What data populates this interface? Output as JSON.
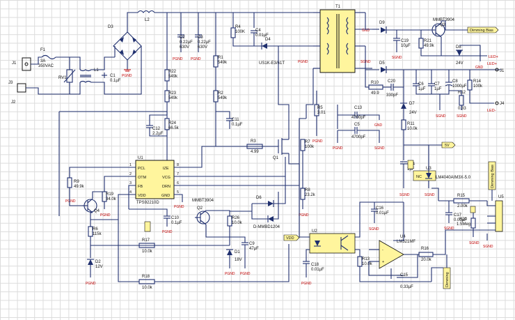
{
  "inputs": {
    "j1": "J1",
    "j3": "J3",
    "j2": "J2"
  },
  "fuse": {
    "ref": "F1",
    "value": "3A",
    "rating": "350VAC"
  },
  "rv1": "RV1",
  "l1": "L1",
  "c1": {
    "ref": "C1",
    "value": "0.1µF"
  },
  "d3": "D3",
  "l2": "L2",
  "c2": {
    "ref": "C2",
    "value": "0.22µF",
    "rating": "630V"
  },
  "c3": {
    "ref": "C3",
    "value": "0.22µF",
    "rating": "630V"
  },
  "r4": {
    "ref": "R4",
    "value": "100K"
  },
  "c4": {
    "ref": "C4",
    "value": "0.01µF"
  },
  "d4": {
    "ref": "D4",
    "part": "US1K-E3/61T"
  },
  "t1": "T1",
  "r1": {
    "ref": "R1",
    "value": "549k"
  },
  "r2": {
    "ref": "R2",
    "value": "549k"
  },
  "r22": {
    "ref": "R22",
    "value": "549k"
  },
  "r23": {
    "ref": "R23",
    "value": "549k"
  },
  "r24": {
    "ref": "R24",
    "value": "66.5k"
  },
  "c12": {
    "ref": "C12",
    "value": "2.2µF"
  },
  "c11": {
    "ref": "C11",
    "value": "0.1µF"
  },
  "r3": {
    "ref": "R3",
    "value": "4.99"
  },
  "q1": "Q1",
  "r5": {
    "ref": "R5",
    "value": "3.01"
  },
  "r7": {
    "ref": "R7",
    "value": "100k"
  },
  "r8": {
    "ref": "R8",
    "value": "23.2k"
  },
  "u1": {
    "ref": "U1",
    "part": "TPS92210D",
    "pins_left": [
      "PCL",
      "OTM",
      "FB",
      "VDD"
    ],
    "pins_right": [
      "IZE",
      "VCG",
      "DRN",
      "GND"
    ],
    "num_left": [
      "1",
      "2",
      "3",
      "4"
    ],
    "num_right": [
      "8",
      "7",
      "6",
      "5"
    ]
  },
  "r9": {
    "ref": "R9",
    "value": "49.9k"
  },
  "r19": {
    "ref": "R19",
    "value": "34.0k"
  },
  "q4": "Q4",
  "r6": {
    "ref": "R6",
    "value": "115k"
  },
  "d2": {
    "ref": "D2",
    "value": "12V"
  },
  "q2": {
    "ref": "Q2",
    "part": "MMBT3904"
  },
  "c10": {
    "ref": "C10",
    "value": "0.1µF"
  },
  "r26": {
    "ref": "R26",
    "value": "10.0k"
  },
  "r17": {
    "ref": "R17",
    "value": "10.0k"
  },
  "r18": {
    "ref": "R18",
    "value": "10.0k"
  },
  "d1": {
    "ref": "D1",
    "value": "18V"
  },
  "c9": {
    "ref": "C9",
    "value": "47µF"
  },
  "d6": {
    "ref": "D6",
    "part": "D-MMBD1204"
  },
  "u2": "U2",
  "c18": {
    "ref": "C18",
    "value": "0.01µF"
  },
  "d9": "D9",
  "q3": {
    "ref": "Q3",
    "part": "MMBT3904"
  },
  "c19": {
    "ref": "C19",
    "value": "10µF"
  },
  "r21": {
    "ref": "R21",
    "value": "49.9k"
  },
  "d8": {
    "ref": "D8",
    "value": "24V"
  },
  "d5": "D5",
  "r10": {
    "ref": "R10",
    "value": "49.9"
  },
  "c20": {
    "ref": "C20",
    "value": "330pF"
  },
  "c6": {
    "ref": "C6",
    "value": "1µF"
  },
  "c7": {
    "ref": "C7",
    "value": "1µF"
  },
  "c8": {
    "ref": "C8",
    "value": "1000µF"
  },
  "r14": {
    "ref": "R14",
    "value": "100k"
  },
  "r12": {
    "ref": "R12",
    "value": "0.33"
  },
  "c13": {
    "ref": "C13",
    "value": "4700pF"
  },
  "c5": {
    "ref": "C5",
    "value": "4700pF"
  },
  "d7": {
    "ref": "D7",
    "value": "24V"
  },
  "r11": {
    "ref": "R11",
    "value": "10.0k"
  },
  "c14": {
    "ref": "C14",
    "value": "1µF"
  },
  "u3": {
    "ref": "U3",
    "part": "LM4040AIM3X-5.0",
    "nc": "NC"
  },
  "c16": {
    "ref": "C16",
    "value": "0.01µF"
  },
  "u4": {
    "ref": "U4",
    "part": "LM321MF"
  },
  "r13": {
    "ref": "R13",
    "value": "10.0k"
  },
  "r16": {
    "ref": "R16",
    "value": "20.0k"
  },
  "c15": {
    "ref": "C15",
    "value": "0.33µF"
  },
  "r15": {
    "ref": "R15",
    "value": "2.00k"
  },
  "c17": {
    "ref": "C17",
    "value": "0.01µF"
  },
  "r20": {
    "ref": "R20",
    "value": "1.5Meg"
  },
  "u5": "U5",
  "j4": "J4",
  "nets": {
    "dimming_bias": "Dimming Bias",
    "led_plus": "LED+",
    "led_minus": "LED-",
    "fv": "5V",
    "vdd": "VDD",
    "dimming": "Dimming"
  },
  "ground_labels": {
    "pgnd": "PGND",
    "sgnd": "SGND",
    "gnd": "GND"
  }
}
